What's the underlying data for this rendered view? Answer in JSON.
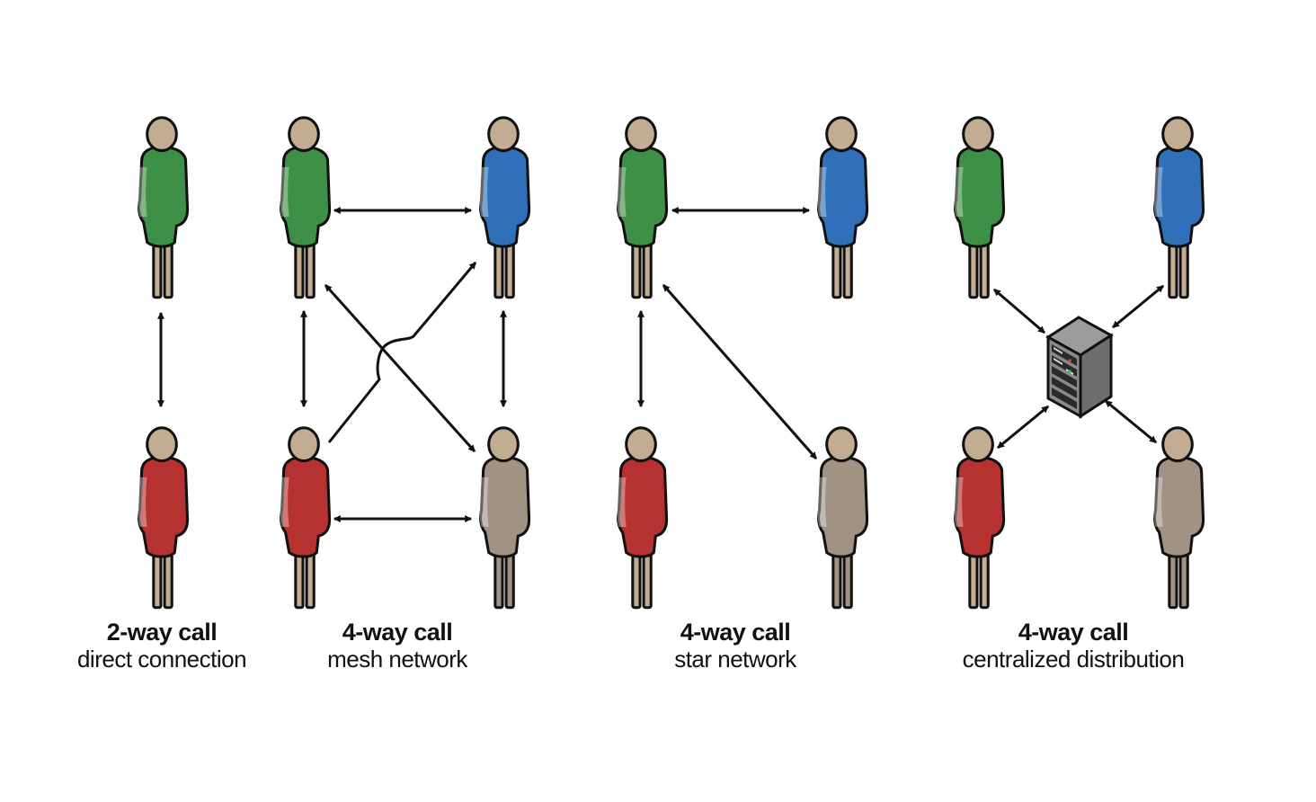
{
  "colors": {
    "green": "#3e9047",
    "blue": "#2f70b8",
    "red": "#b53231",
    "gray": "#a09383",
    "skin": "#c2ad93",
    "outline": "#111111",
    "server": "#6b6b6b"
  },
  "panels": [
    {
      "id": "two-way",
      "title": "2-way call",
      "subtitle": "direct connection",
      "participants": [
        "green",
        "red"
      ],
      "topology": "direct connection"
    },
    {
      "id": "mesh",
      "title": "4-way call",
      "subtitle": "mesh network",
      "participants": [
        "green",
        "blue",
        "red",
        "gray"
      ],
      "topology": "mesh network"
    },
    {
      "id": "star",
      "title": "4-way call",
      "subtitle": "star network",
      "participants": [
        "green",
        "blue",
        "red",
        "gray"
      ],
      "topology": "star network"
    },
    {
      "id": "centralized",
      "title": "4-way call",
      "subtitle": "centralized distribution",
      "participants": [
        "green",
        "blue",
        "red",
        "gray"
      ],
      "topology": "centralized distribution",
      "hub_icon": "server-icon"
    }
  ]
}
